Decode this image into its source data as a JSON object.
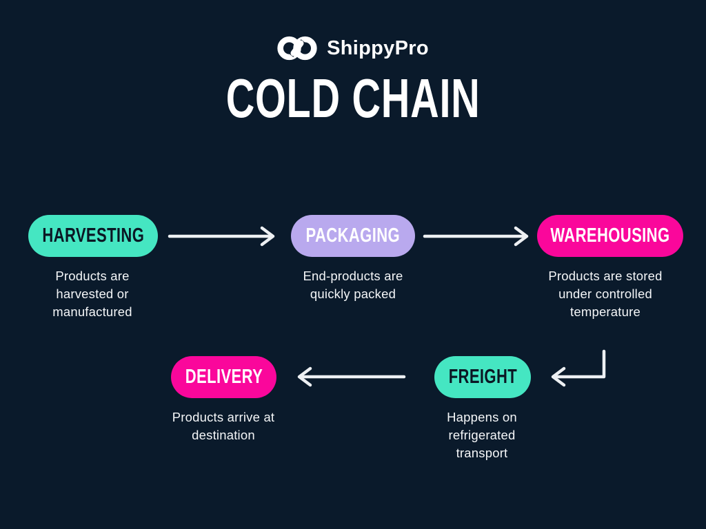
{
  "brand": {
    "name": "ShippyPro",
    "logo_icon": "infinity-link-icon"
  },
  "title": "COLD CHAIN",
  "colors": {
    "background": "#0a1a2b",
    "teal": "#45e6c2",
    "lavender": "#b9a9ee",
    "pink": "#fa079b",
    "arrow": "#edf0f3",
    "text_light": "#f4f6f8",
    "text_dark": "#0b1724",
    "title_text": "#ffffff"
  },
  "steps": [
    {
      "label": "HARVESTING",
      "description": "Products are\nharvested or\nmanufactured",
      "pill_color": "#45e6c2",
      "label_color": "#0b1724"
    },
    {
      "label": "PACKAGING",
      "description": "End-products are\nquickly packed",
      "pill_color": "#b9a9ee",
      "label_color": "#ffffff"
    },
    {
      "label": "WAREHOUSING",
      "description": "Products are stored\nunder controlled\ntemperature",
      "pill_color": "#fa079b",
      "label_color": "#ffffff"
    },
    {
      "label": "FREIGHT",
      "description": "Happens on\nrefrigerated\ntransport",
      "pill_color": "#45e6c2",
      "label_color": "#0b1724"
    },
    {
      "label": "DELIVERY",
      "description": "Products arrive at\ndestination",
      "pill_color": "#fa079b",
      "label_color": "#ffffff"
    }
  ],
  "arrows": [
    {
      "name": "harvesting-to-packaging",
      "direction": "right"
    },
    {
      "name": "packaging-to-warehousing",
      "direction": "right"
    },
    {
      "name": "warehousing-to-freight",
      "direction": "down-left-elbow"
    },
    {
      "name": "freight-to-delivery",
      "direction": "left"
    }
  ]
}
